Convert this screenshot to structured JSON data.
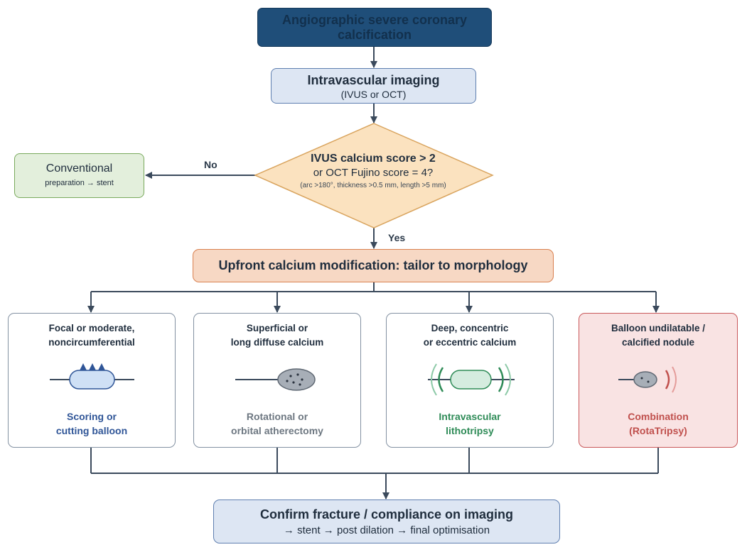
{
  "colors": {
    "start_fill": "#1f4e79",
    "imaging_fill": "#dde6f3",
    "decision_fill": "#fbe2bf",
    "conventional_fill": "#e3efdc",
    "upfront_fill": "#f7d8c4",
    "scoring_text": "#2f5597",
    "rotational_text": "#6d7781",
    "ivl_text": "#2e8b57",
    "combination_text": "#c0504d",
    "combination_fill": "#f9e3e3"
  },
  "start": {
    "text": "Angiographic severe coronary calcification"
  },
  "imaging": {
    "title": "Intravascular imaging",
    "subtitle": "(IVUS or OCT)"
  },
  "decision": {
    "line1": "IVUS calcium score > 2",
    "line2": "or OCT Fujino score = 4?",
    "criteria": "(arc >180°, thickness >0.5 mm, length >5 mm)"
  },
  "edges": {
    "no": "No",
    "yes": "Yes"
  },
  "conventional": {
    "title": "Conventional",
    "subtitle": "preparation → stent"
  },
  "upfront": {
    "text": "Upfront calcium modification: tailor to morphology"
  },
  "options": [
    {
      "morphology": "Focal or moderate,\nnoncircumferential",
      "icon": "balloon-with-blades-icon",
      "technique": "Scoring or\ncutting balloon"
    },
    {
      "morphology": "Superficial or\nlong diffuse calcium",
      "icon": "rotational-burr-icon",
      "technique": "Rotational or\norbital atherectomy"
    },
    {
      "morphology": "Deep, concentric\nor eccentric calcium",
      "icon": "lithotripsy-balloon-waves-icon",
      "technique": "Intravascular\nlithotripsy"
    },
    {
      "morphology": "Balloon undilatable /\ncalcified nodule",
      "icon": "burr-with-waves-icon",
      "technique": "Combination\n(RotaTripsy)"
    }
  ],
  "confirm": {
    "title": "Confirm fracture / compliance on imaging",
    "subtitle": "→ stent → post dilation → final optimisation"
  }
}
